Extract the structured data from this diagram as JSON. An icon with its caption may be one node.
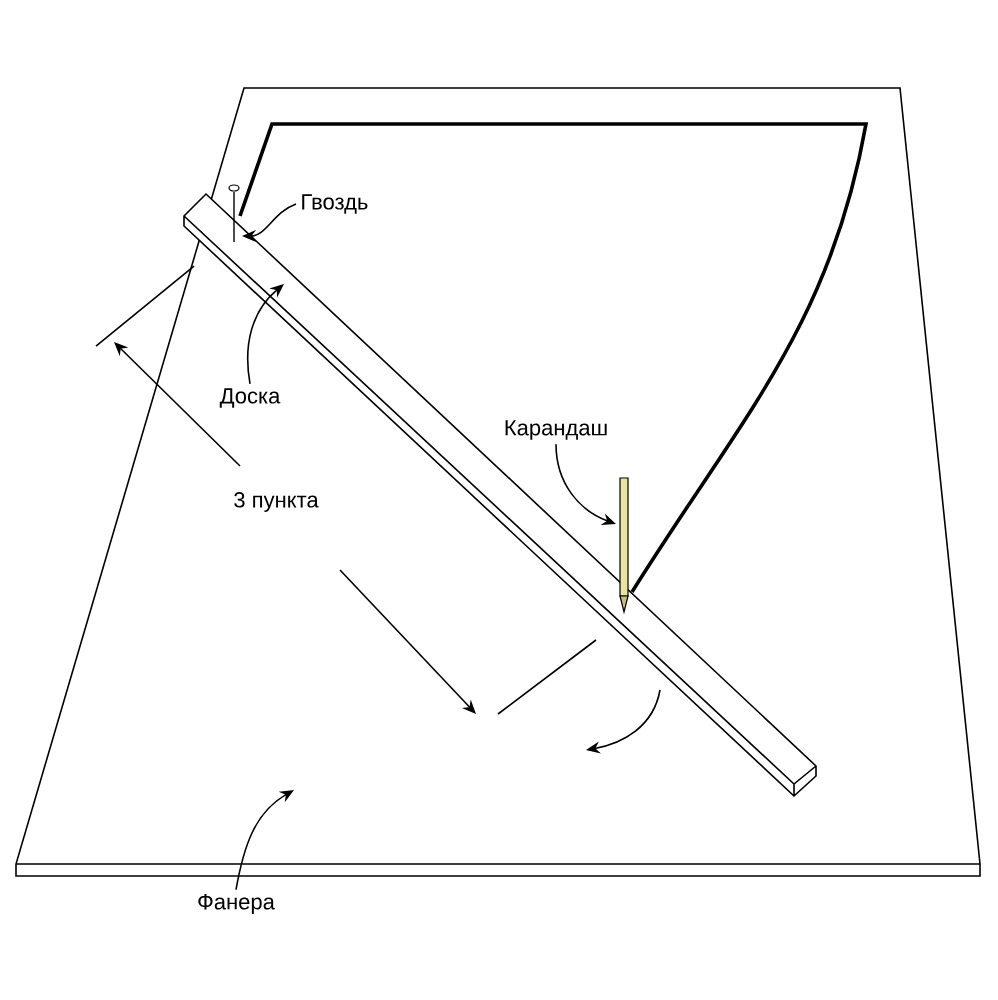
{
  "diagram": {
    "nodes": [
      {
        "text": [
          "Гвоздь"
        ]
      },
      {
        "text": [
          "Доска"
        ]
      },
      {
        "text": [
          "Карандаш"
        ]
      },
      {
        "text": [
          "Фанера"
        ]
      }
    ],
    "edges": [
      {
        "from": 0,
        "to": null,
        "arrow": "to"
      },
      {
        "from": 1,
        "to": null,
        "arrow": "to"
      },
      {
        "from": 2,
        "to": null,
        "arrow": "to"
      },
      {
        "from": 3,
        "to": null,
        "arrow": "to"
      }
    ],
    "labels": [
      "3 пункта"
    ]
  }
}
